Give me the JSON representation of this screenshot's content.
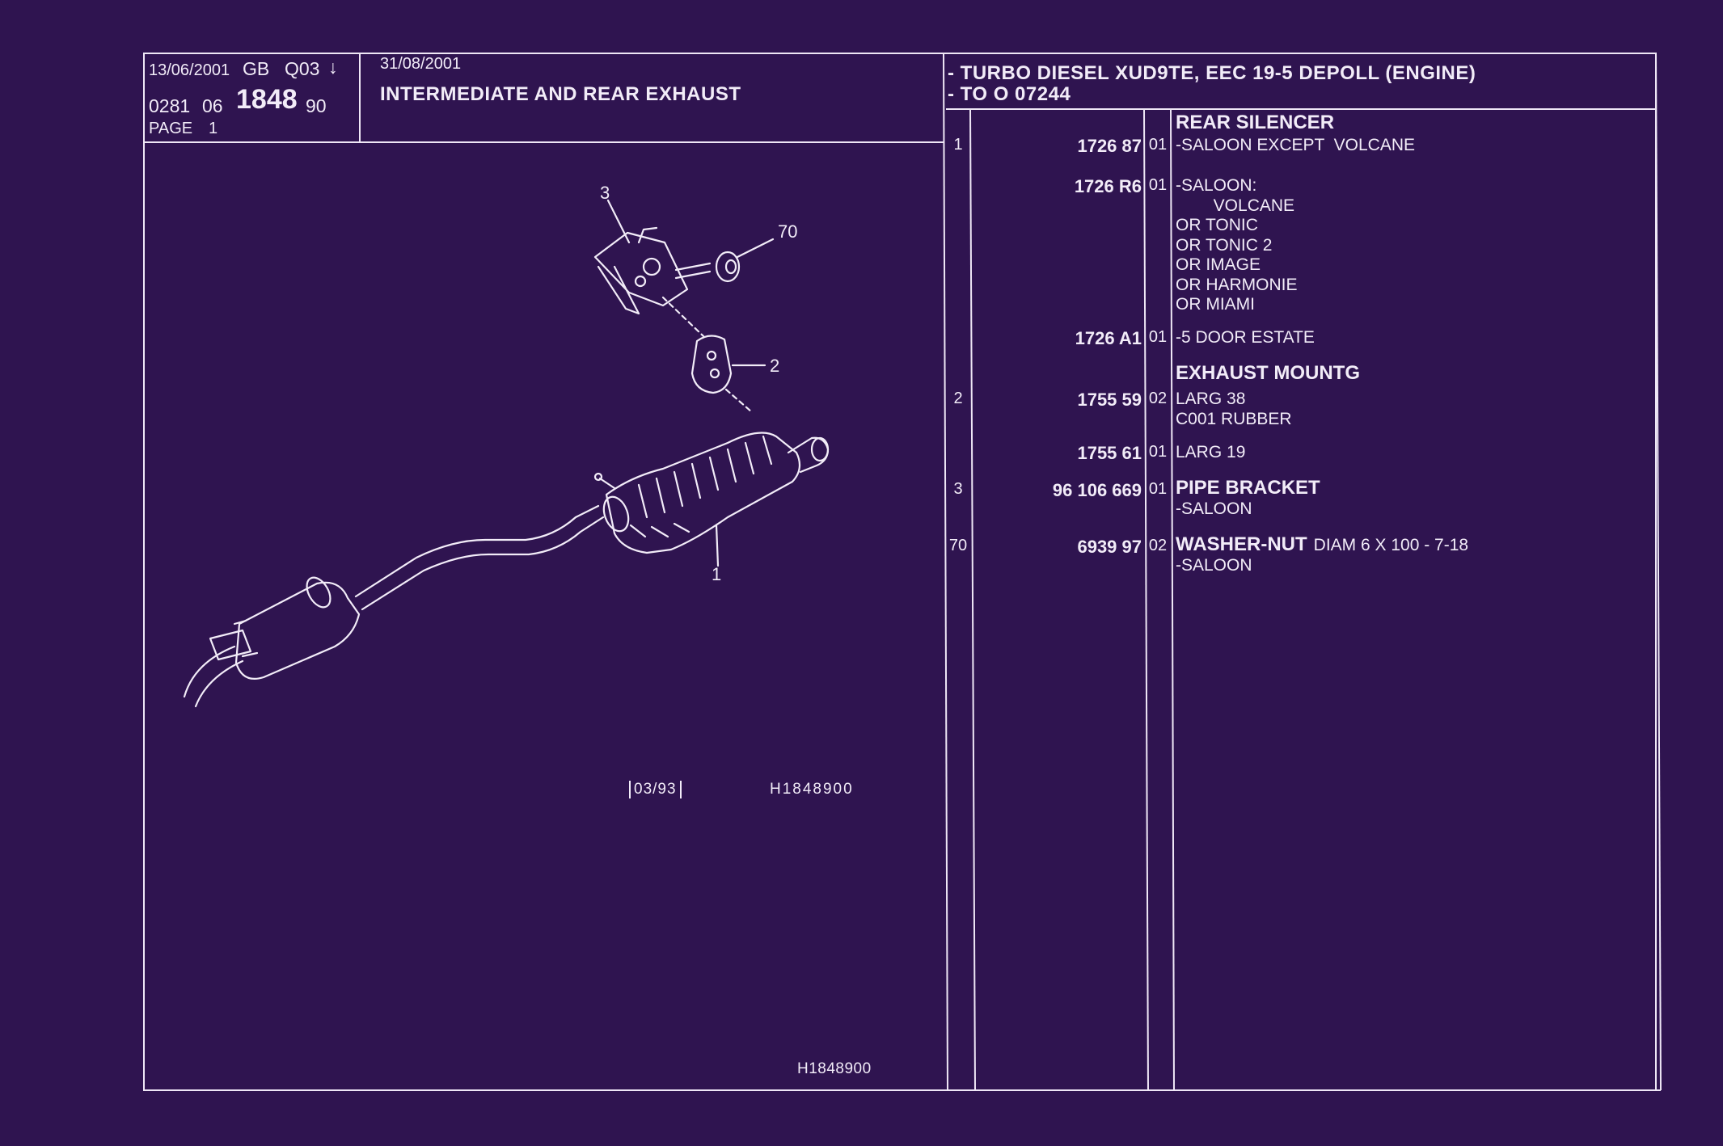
{
  "header": {
    "date1": "13/06/2001",
    "market": "GB",
    "q_code": "Q03",
    "arrow_glyph": "↓",
    "code_a": "0281",
    "code_b": "06",
    "group": "1848",
    "code_c": "90",
    "page_label": "PAGE",
    "page_number": "1",
    "date2": "31/08/2001",
    "title": "INTERMEDIATE AND REAR EXHAUST",
    "engine_line1": "- TURBO DIESEL XUD9TE, EEC 19-5 DEPOLL (ENGINE)",
    "engine_line2": "- TO O   07244"
  },
  "diagram": {
    "callouts": [
      "3",
      "70",
      "2",
      "1"
    ],
    "date_box": "03/93",
    "ref_code": "H1848900",
    "bottom_code": "H1848900"
  },
  "parts": [
    {
      "ref": "",
      "part_no": "",
      "variant": "",
      "name": "REAR SILENCER",
      "desc": ""
    },
    {
      "ref": "1",
      "part_no": "1726 87",
      "variant": "01",
      "name": "",
      "desc": "-SALOON EXCEPT  VOLCANE"
    },
    {
      "ref": "",
      "part_no": "1726 R6",
      "variant": "01",
      "name": "",
      "desc": "-SALOON:\n        VOLCANE\nOR TONIC\nOR TONIC 2\nOR IMAGE\nOR HARMONIE\nOR MIAMI"
    },
    {
      "ref": "",
      "part_no": "1726 A1",
      "variant": "01",
      "name": "",
      "desc": "-5 DOOR ESTATE"
    },
    {
      "ref": "",
      "part_no": "",
      "variant": "",
      "name": "EXHAUST MOUNTG",
      "desc": ""
    },
    {
      "ref": "2",
      "part_no": "1755 59",
      "variant": "02",
      "name": "",
      "desc": "LARG 38\nC001 RUBBER"
    },
    {
      "ref": "",
      "part_no": "1755 61",
      "variant": "01",
      "name": "",
      "desc": "LARG 19"
    },
    {
      "ref": "3",
      "part_no": "96 106 669",
      "variant": "01",
      "name": "PIPE BRACKET",
      "desc": "-SALOON"
    },
    {
      "ref": "70",
      "part_no": "6939 97",
      "variant": "02",
      "name": "WASHER-NUT",
      "desc": "-SALOON",
      "inline_desc": "DIAM 6 X 100 - 7-18"
    }
  ]
}
